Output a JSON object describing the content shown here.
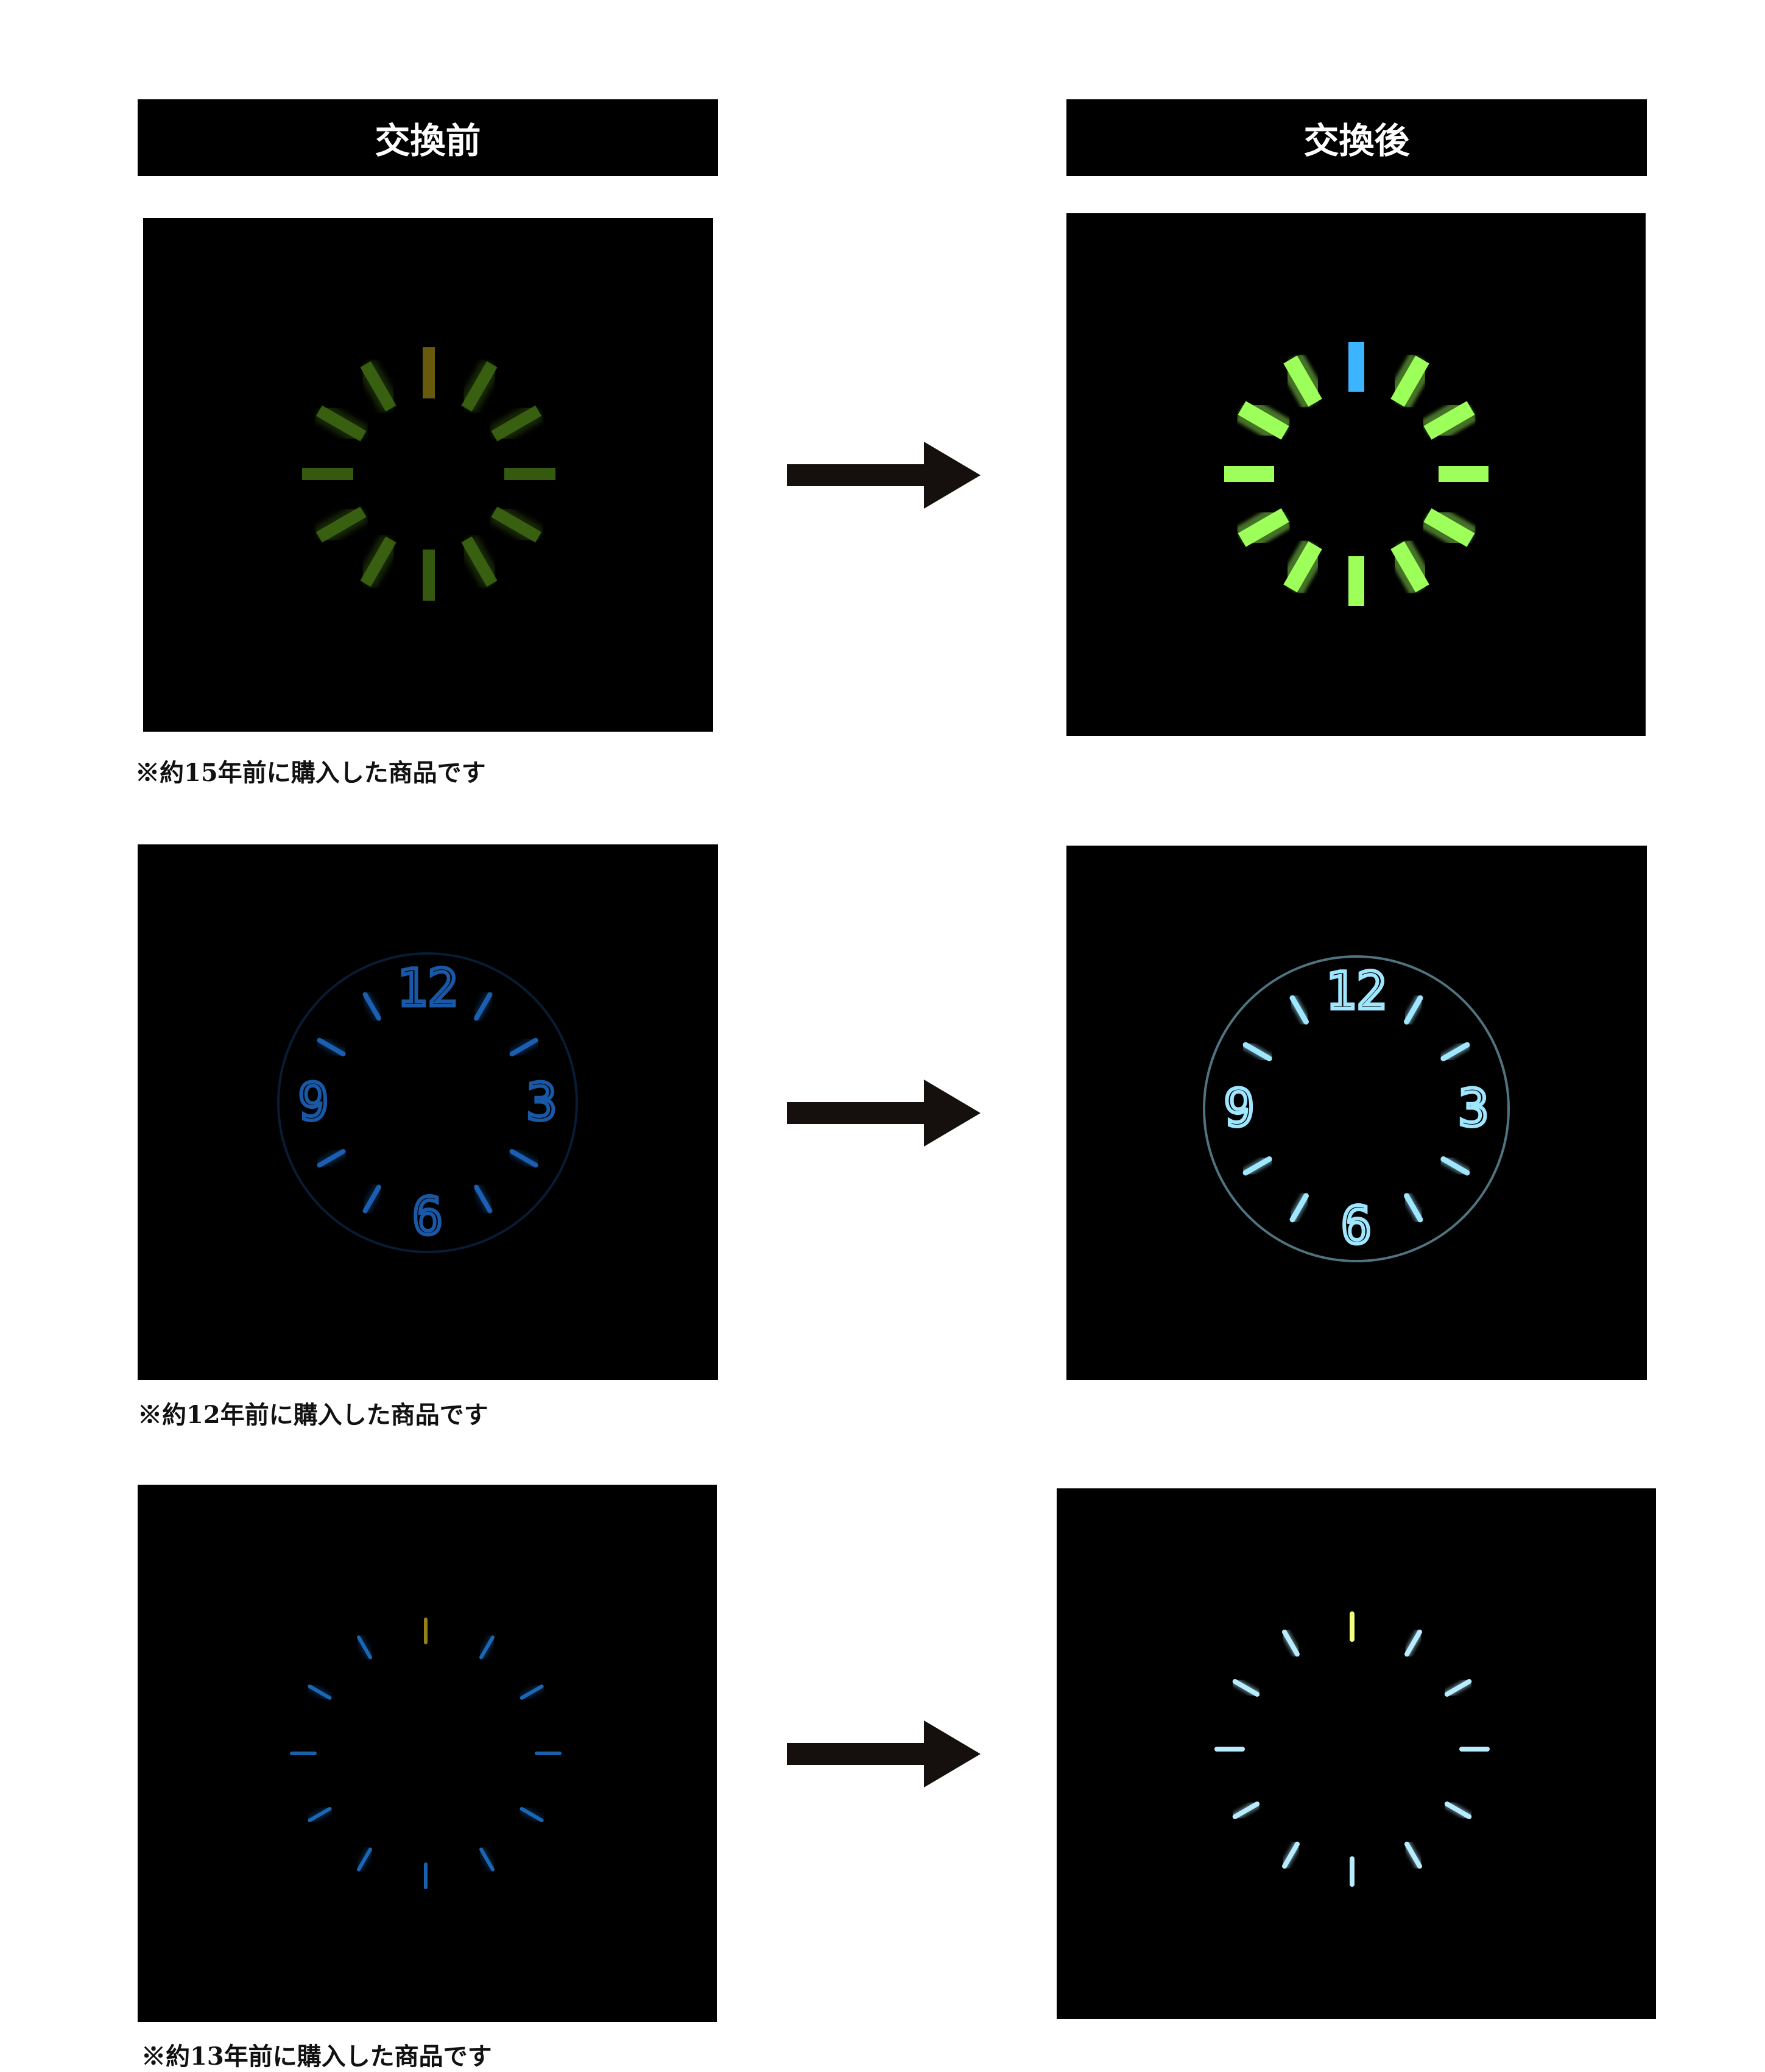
{
  "headers": {
    "before": "交換前",
    "after": "交換後"
  },
  "rows": [
    {
      "caption": "※約15年前に購入した商品です",
      "before_color": "#3f6a12",
      "before_top_color": "#7a6a10",
      "after_color": "#9dff5a",
      "after_top_color": "#3cb4ff",
      "style": "bars"
    },
    {
      "caption": "※約12年前に購入した商品です",
      "before_color": "#1f6fd0",
      "after_color": "#9fe6ff",
      "style": "numerals",
      "numerals": [
        "12",
        "3",
        "6",
        "9"
      ]
    },
    {
      "caption": "※約13年前に購入した商品です",
      "before_color": "#1f7ad8",
      "before_top_color": "#b8a020",
      "after_color": "#b8ecff",
      "after_top_color": "#f2ff80",
      "style": "thin"
    }
  ],
  "arrow_color": "#15100e"
}
